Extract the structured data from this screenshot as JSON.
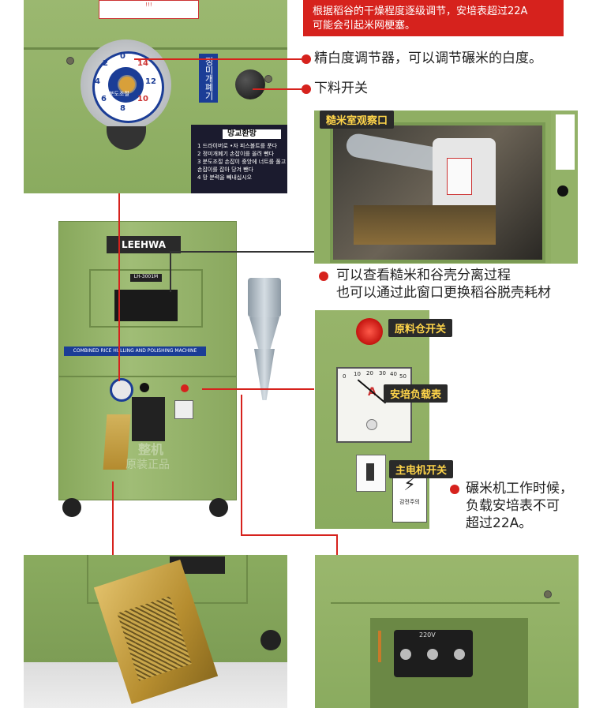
{
  "top_note": {
    "text_line1": "根据稻谷的干燥程度逐级调节，安培表超过22A",
    "text_line2": "可能会引起米网梗塞。"
  },
  "callouts": {
    "whiteness_adjuster": "精白度调节器，可以调节碾米的白度。",
    "discharge_switch": "下料开关",
    "observation_line1": "可以查看糙米和谷壳分离过程",
    "observation_line2": "也可以通过此窗口更换稻谷脱壳耗材",
    "working_line1": "碾米机工作时候，",
    "working_line2": "负载安培表不可",
    "working_line3": "超过22A。"
  },
  "tags": {
    "brown_rice_window": "糙米室观察口",
    "hopper_switch": "原料仓开关",
    "ammeter": "安培负载表",
    "main_motor_switch": "主电机开关"
  },
  "machine": {
    "brand": "LEEHWA",
    "model": "LH-3001M",
    "subtitle": "COMBINED RICE HULLING AND POLISHING MACHINE",
    "watermark_line1": "整机",
    "watermark_line2": "原装正品"
  },
  "dial": {
    "numbers": [
      "0",
      "2",
      "4",
      "6",
      "8",
      "10",
      "12",
      "14"
    ],
    "center_label": "분도조절"
  },
  "korean_panel": {
    "side_label": "정미개폐기",
    "title": "망교환방",
    "items": [
      "1 드라이버로 •자 피스볼트를 푼다",
      "2 정미개폐기 손잡이를 올려 뺀다",
      "3 분도조절 손잡이 중앙에 너트를 풀고",
      "손잡이를 잡아 당겨 뺀다",
      "4 망 분력을 빼내십시오"
    ]
  },
  "ammeter": {
    "unit": "A",
    "scale": [
      "0",
      "10",
      "20",
      "30",
      "40",
      "50"
    ]
  },
  "terminal": {
    "voltage": "220V"
  },
  "warning_label": "감전주의",
  "colors": {
    "accent_red": "#d6221d",
    "machine_green": "#8fae63",
    "tag_text": "#ffd54a"
  }
}
